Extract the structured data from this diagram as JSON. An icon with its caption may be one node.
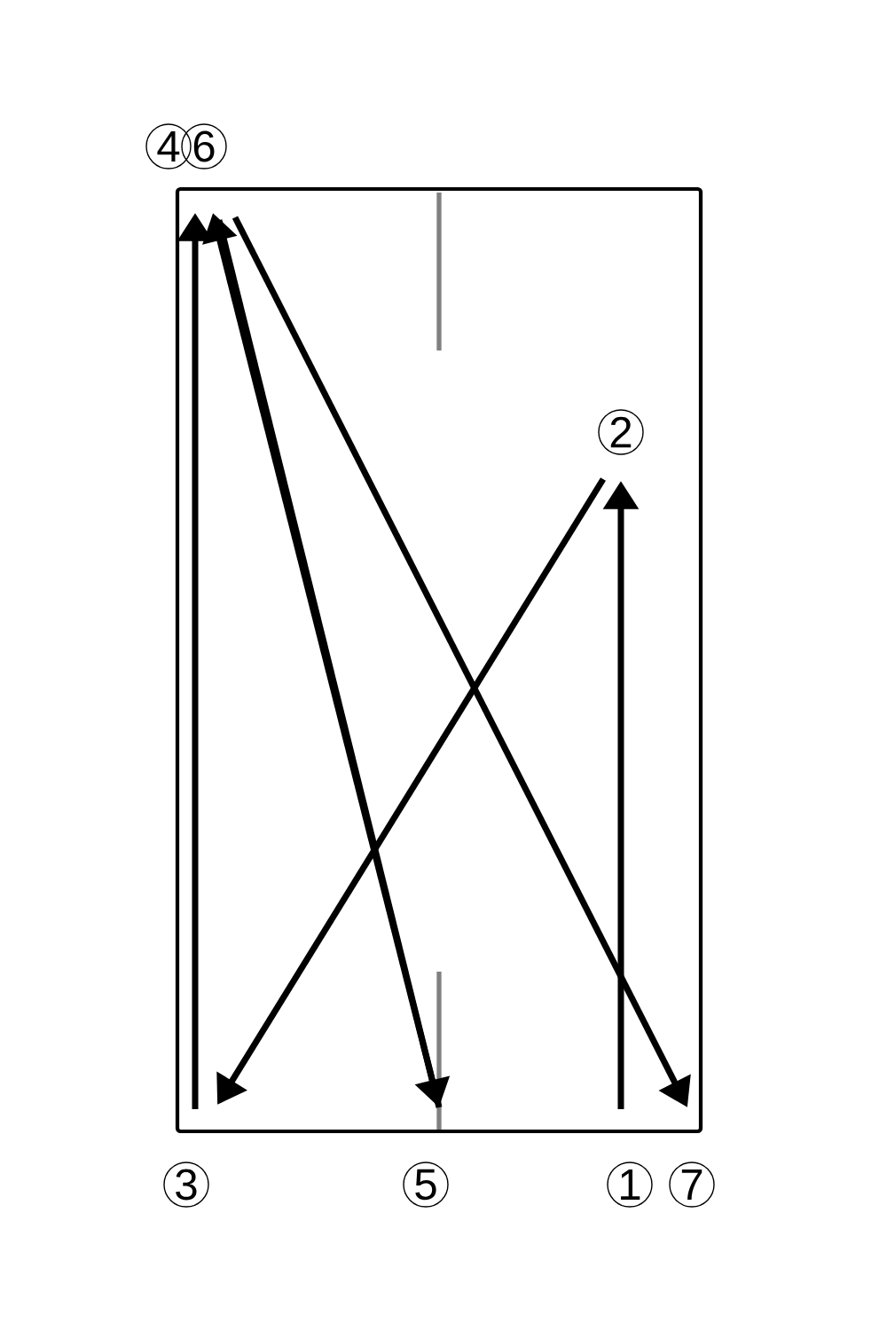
{
  "diagram": {
    "nodes": [
      {
        "text": [
          "4"
        ]
      },
      {
        "text": [
          "6"
        ]
      },
      {
        "text": [
          "2"
        ]
      },
      {
        "text": [
          "3"
        ]
      },
      {
        "text": [
          "5"
        ]
      },
      {
        "text": [
          "1"
        ]
      },
      {
        "text": [
          "7"
        ]
      }
    ]
  }
}
